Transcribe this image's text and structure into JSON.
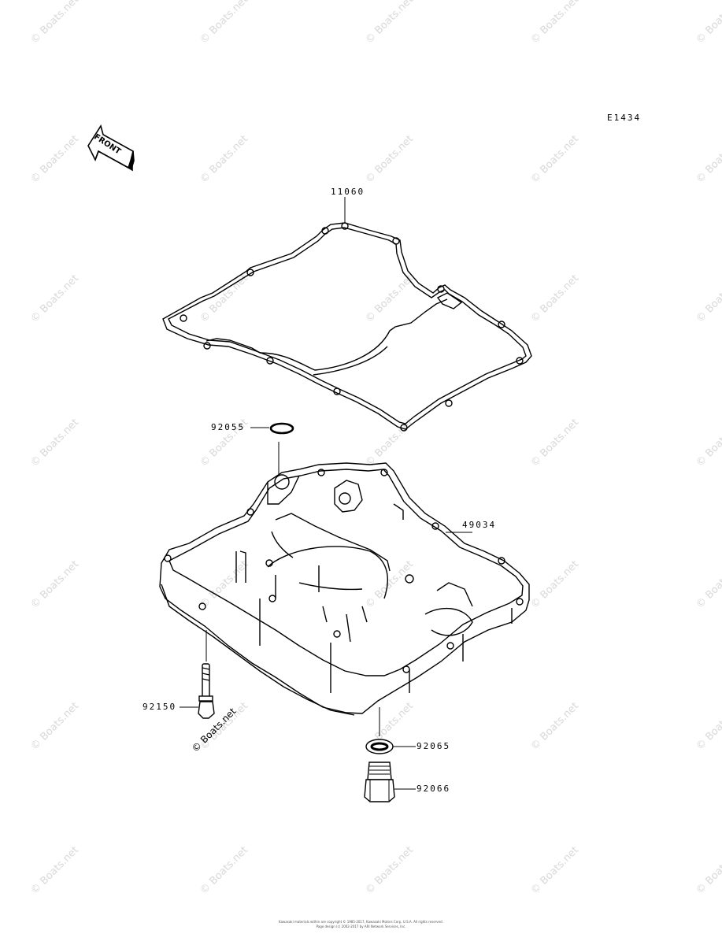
{
  "diagram": {
    "code": "E1434",
    "front_label": "FRONT",
    "watermark": "© Boats.net",
    "parts": {
      "gasket": "11060",
      "o_ring": "92055",
      "oil_pan": "49034",
      "bolt": "92150",
      "washer": "92065",
      "drain_plug": "92066"
    },
    "copyright_line1": "Kawasaki materials within are copyright © 1985-2017, Kawasaki Motors Corp, U.S.A. All rights reserved.",
    "copyright_line2": "Page design (c) 2002-2017 by ARI Network Services, Inc."
  }
}
